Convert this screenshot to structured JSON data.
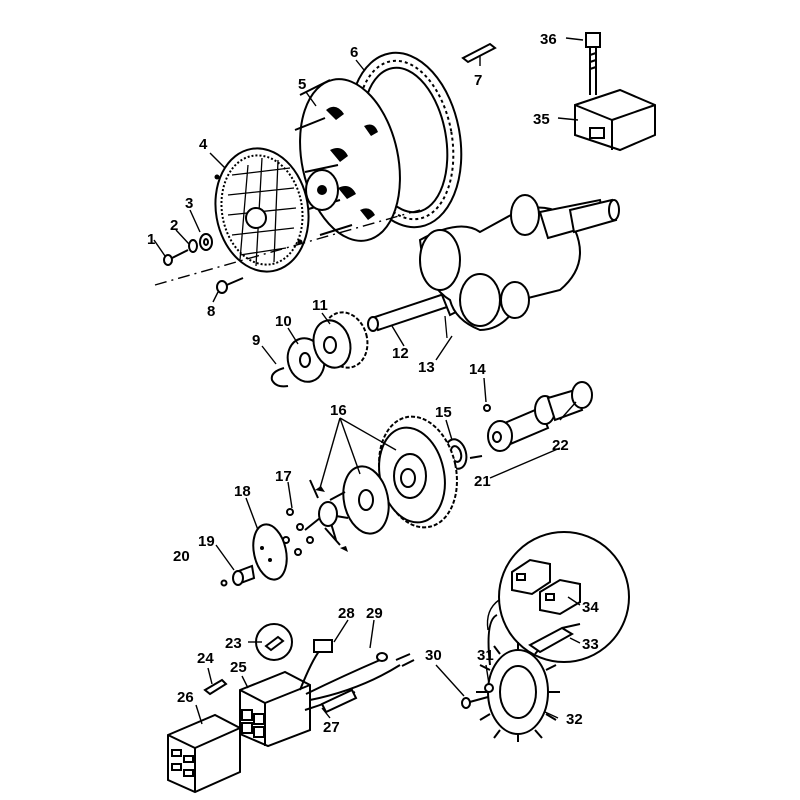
{
  "callouts": {
    "c1": "1",
    "c2": "2",
    "c3": "3",
    "c4": "4",
    "c5": "5",
    "c6": "6",
    "c7": "7",
    "c8": "8",
    "c9": "9",
    "c10": "10",
    "c11": "11",
    "c12": "12",
    "c13": "13",
    "c14": "14",
    "c15": "15",
    "c16": "16",
    "c17": "17",
    "c18": "18",
    "c19": "19",
    "c20": "20",
    "c21": "21",
    "c22": "22",
    "c23": "23",
    "c24": "24",
    "c25": "25",
    "c26": "26",
    "c27": "27",
    "c28": "28",
    "c29": "29",
    "c30": "30",
    "c31": "31",
    "c32": "32",
    "c33": "33",
    "c34": "34",
    "c35": "35",
    "c36": "36"
  },
  "colors": {
    "ink": "#000000",
    "paper": "#ffffff"
  }
}
